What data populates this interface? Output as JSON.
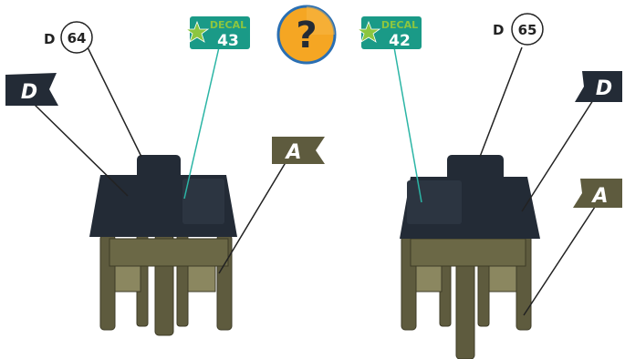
{
  "help_badge": {
    "glyph": "?",
    "color": "#f5a623"
  },
  "left_model": {
    "part_d": {
      "prefix": "D",
      "number": "64"
    },
    "decal": {
      "word": "DECAL",
      "number": "43"
    },
    "flag_d": {
      "letter": "D"
    },
    "flag_a": {
      "letter": "A"
    }
  },
  "right_model": {
    "part_d": {
      "prefix": "D",
      "number": "65"
    },
    "decal": {
      "word": "DECAL",
      "number": "42"
    },
    "flag_d": {
      "letter": "D"
    },
    "flag_a": {
      "letter": "A"
    }
  },
  "colors": {
    "dark_part": "#232b36",
    "olive_part": "#5e5b3e",
    "olive_light": "#8b8760",
    "decal_teal": "#1a9a87",
    "star_green": "#8cc63f",
    "leader_teal": "#2bb5a5"
  }
}
